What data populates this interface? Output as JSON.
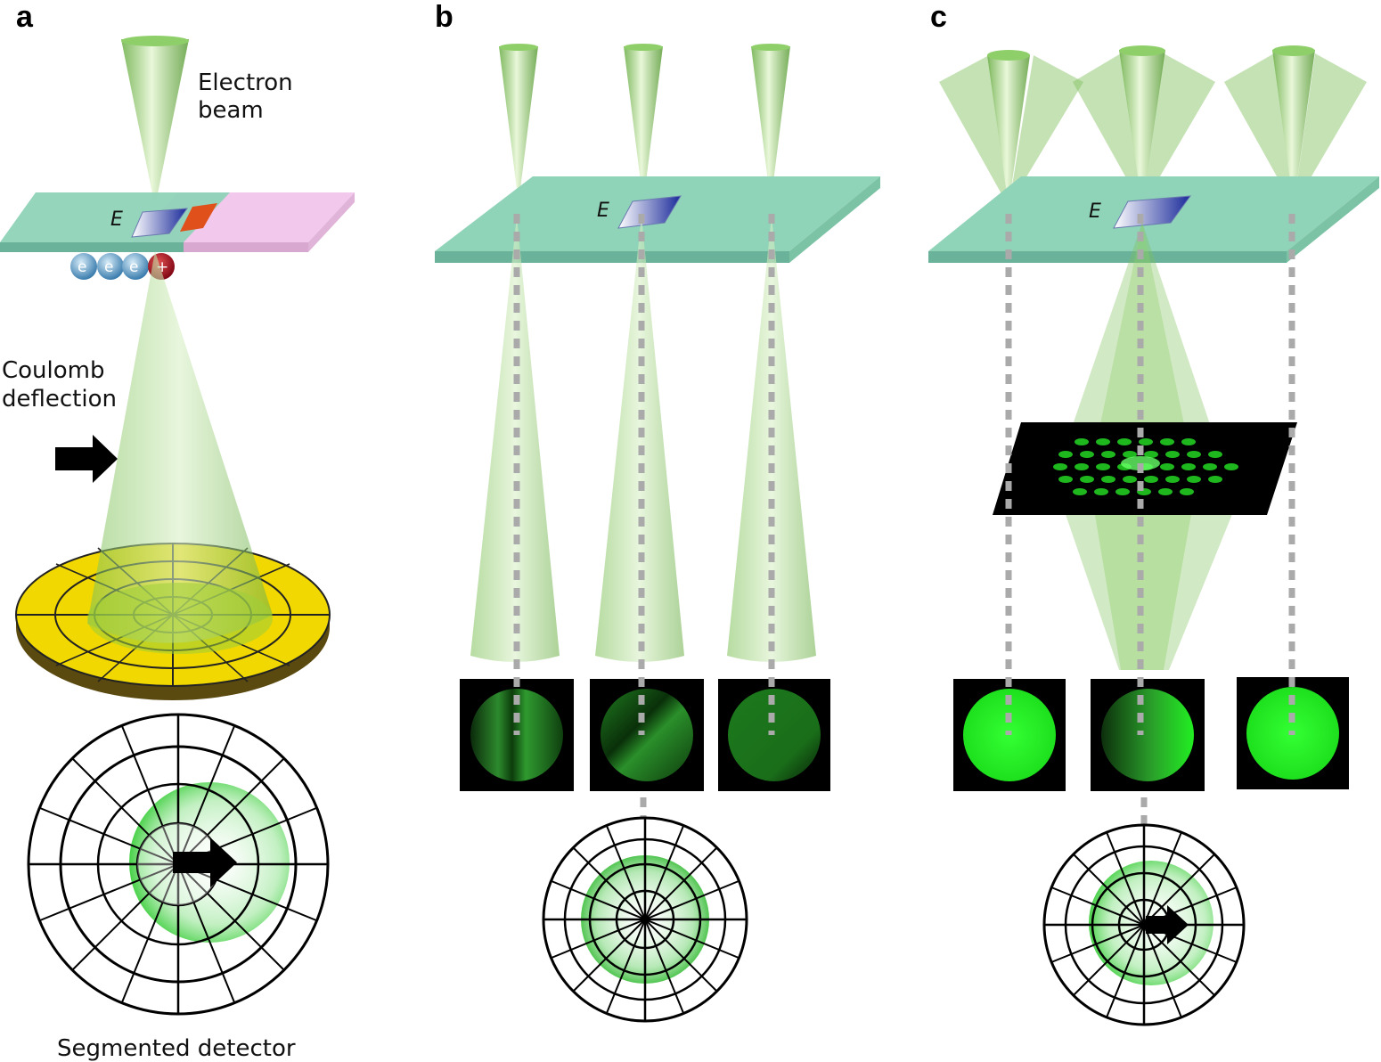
{
  "panels": {
    "a": {
      "letter": "a",
      "beam_label_line1": "Electron",
      "beam_label_line2": "beam",
      "field_label": "E",
      "deflection_label_line1": "Coulomb",
      "deflection_label_line2": "deflection",
      "detector_label": "Segmented detector",
      "electron_symbol": "e",
      "ion_symbol": "+"
    },
    "b": {
      "letter": "b",
      "field_label": "E"
    },
    "c": {
      "letter": "c",
      "field_label": "E"
    }
  },
  "colors": {
    "beam_green": "#7fc45a",
    "sample_slab": "#8fd3b8",
    "pink_slab": "#f2c8ec",
    "detector_gold": "#f0d800",
    "bright_green": "#22ee22",
    "dashed_gray": "#aaaaaa"
  }
}
